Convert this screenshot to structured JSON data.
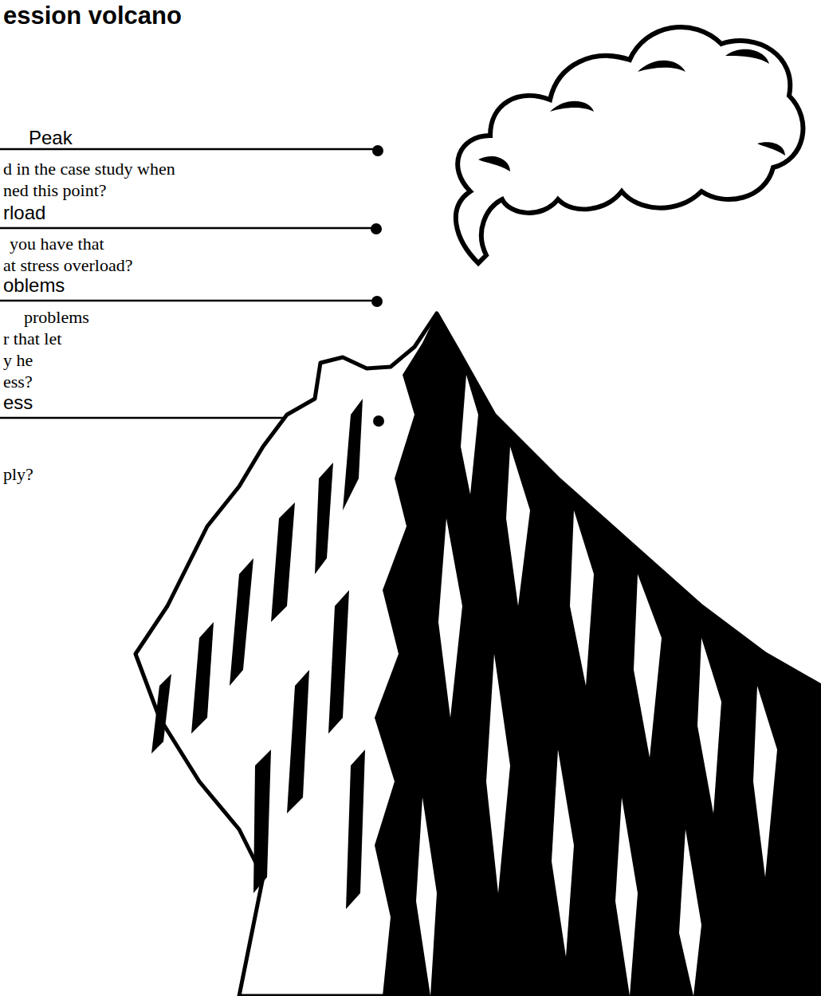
{
  "diagram": {
    "title": "ession volcano",
    "labels": [
      "Peak",
      "d in the case study when",
      "ned this point?",
      "rload",
      "you have that",
      "at stress overload?",
      "oblems",
      "problems",
      "r that let",
      "y he",
      "ess?",
      "ess",
      "ply?"
    ]
  }
}
